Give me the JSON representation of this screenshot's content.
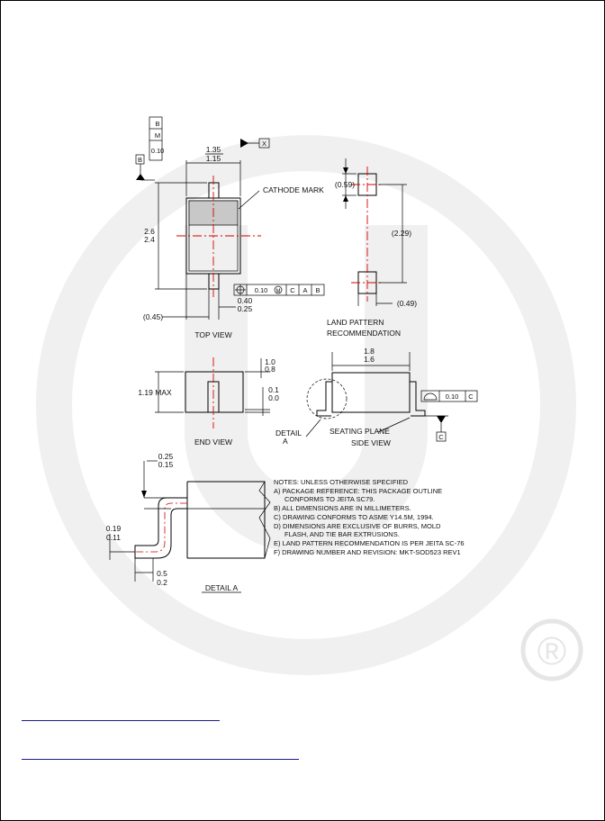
{
  "views": {
    "top_view": "TOP VIEW",
    "end_view": "END VIEW",
    "side_view": "SIDE VIEW",
    "land_pattern": [
      "LAND PATTERN",
      "RECOMMENDATION"
    ],
    "detail_a": "DETAIL A",
    "detail_a_callout": [
      "DETAIL",
      "A"
    ]
  },
  "labels": {
    "cathode_mark": "CATHODE MARK",
    "seating_plane": "SEATING PLANE"
  },
  "dimensions": {
    "top_width": [
      "1.35",
      "1.15"
    ],
    "top_length": [
      "2.6",
      "2.4"
    ],
    "lead_width": [
      "0.40",
      "0.25"
    ],
    "lead_left": "(0.45)",
    "pad_size": "(0.59)",
    "pad_pitch": "(2.29)",
    "pad_width": "(0.49)",
    "end_height": "1.19 MAX",
    "end_top": [
      "1.0",
      "0.8"
    ],
    "end_bottom": [
      "0.1",
      "0.0"
    ],
    "side_length": [
      "1.8",
      "1.6"
    ],
    "detail_thk": [
      "0.25",
      "0.15"
    ],
    "detail_lead": [
      "0.19",
      "0.11"
    ],
    "detail_foot": [
      "0.5",
      "0.2"
    ]
  },
  "gdt": {
    "datum_x": "X",
    "datum_b": "B",
    "datum_c": "C",
    "top_frame": [
      "0.10",
      "M",
      "B"
    ],
    "position_frame": [
      "0.10",
      "M",
      "C",
      "A",
      "B"
    ],
    "profile_frame": [
      "0.10",
      "C"
    ]
  },
  "notes": [
    "NOTES: UNLESS OTHERWISE SPECIFIED",
    "A) PACKAGE REFERENCE: THIS PACKAGE OUTLINE",
    "CONFORMS TO JEITA SC79.",
    "B) ALL DIMENSIONS ARE IN MILLIMETERS.",
    "C) DRAWING CONFORMS TO ASME Y14.5M, 1994.",
    "D) DIMENSIONS ARE EXCLUSIVE OF BURRS, MOLD",
    "FLASH, AND TIE BAR EXTRUSIONS.",
    "E) LAND PATTERN RECOMMENDATION IS PER JEITA SC-76",
    "F) DRAWING NUMBER AND REVISION: MKT-SOD523 REV1"
  ],
  "watermark": {
    "registered_mark": "®",
    "color": "#eeeeee"
  },
  "colors": {
    "centerline": "#d40000",
    "body_fill": "#c8c8c8",
    "link": "#1a1a8c"
  }
}
